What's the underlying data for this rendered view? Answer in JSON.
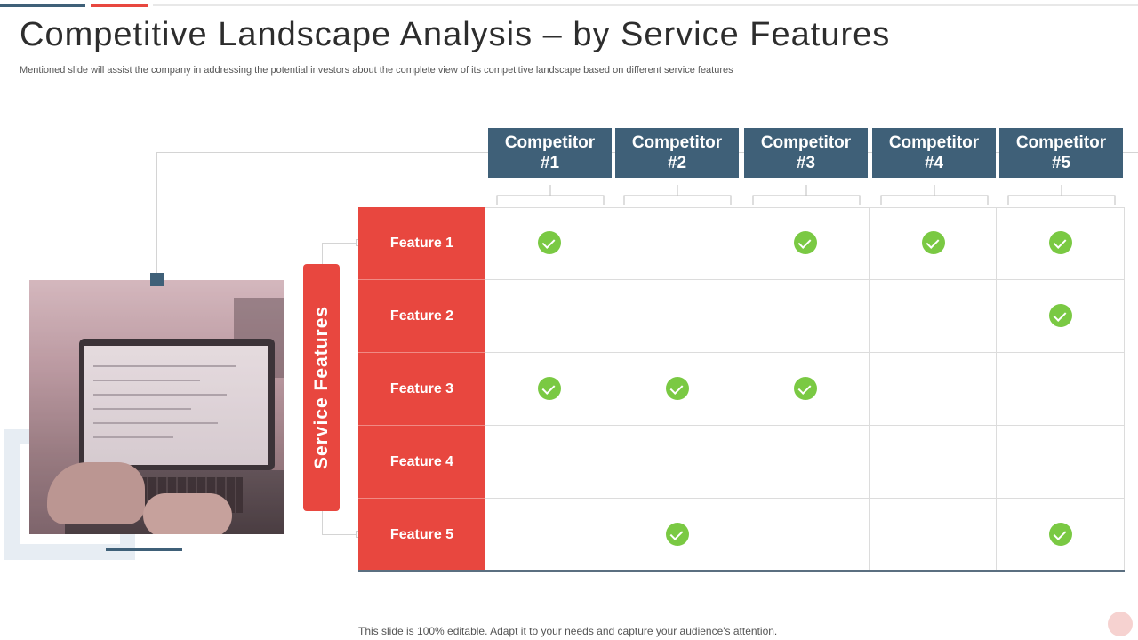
{
  "title": "Competitive Landscape Analysis – by Service Features",
  "subtitle": "Mentioned slide will assist the company in addressing the potential investors about the complete view of its competitive landscape based on different service features",
  "vertical_label": "Service Features",
  "competitors": [
    "Competitor #1",
    "Competitor #2",
    "Competitor #3",
    "Competitor #4",
    "Competitor #5"
  ],
  "features": [
    "Feature 1",
    "Feature 2",
    "Feature 3",
    "Feature 4",
    "Feature 5"
  ],
  "matrix": [
    [
      true,
      false,
      true,
      true,
      true
    ],
    [
      false,
      false,
      false,
      false,
      true
    ],
    [
      true,
      true,
      true,
      false,
      false
    ],
    [
      false,
      false,
      false,
      false,
      false
    ],
    [
      false,
      true,
      false,
      false,
      true
    ]
  ],
  "footer": "This slide is 100% editable. Adapt it to your needs and capture your audience's attention.",
  "colors": {
    "accent_red": "#e8473f",
    "header_blue": "#3f6078",
    "check_green": "#7ac943"
  },
  "icons": {
    "check": "check-circle-icon"
  }
}
